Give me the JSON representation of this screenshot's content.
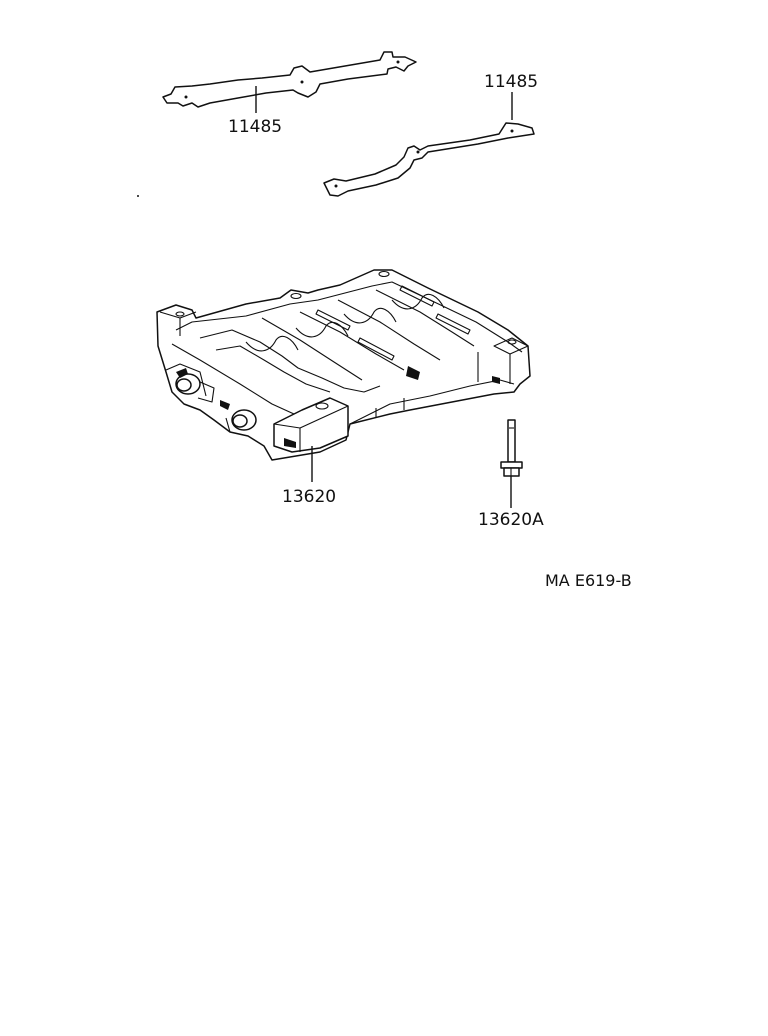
{
  "diagram": {
    "callouts": {
      "gasket_left": "11485",
      "gasket_right": "11485",
      "housing": "13620",
      "bolt": "13620A"
    },
    "figure_code": "MA E619-B"
  }
}
